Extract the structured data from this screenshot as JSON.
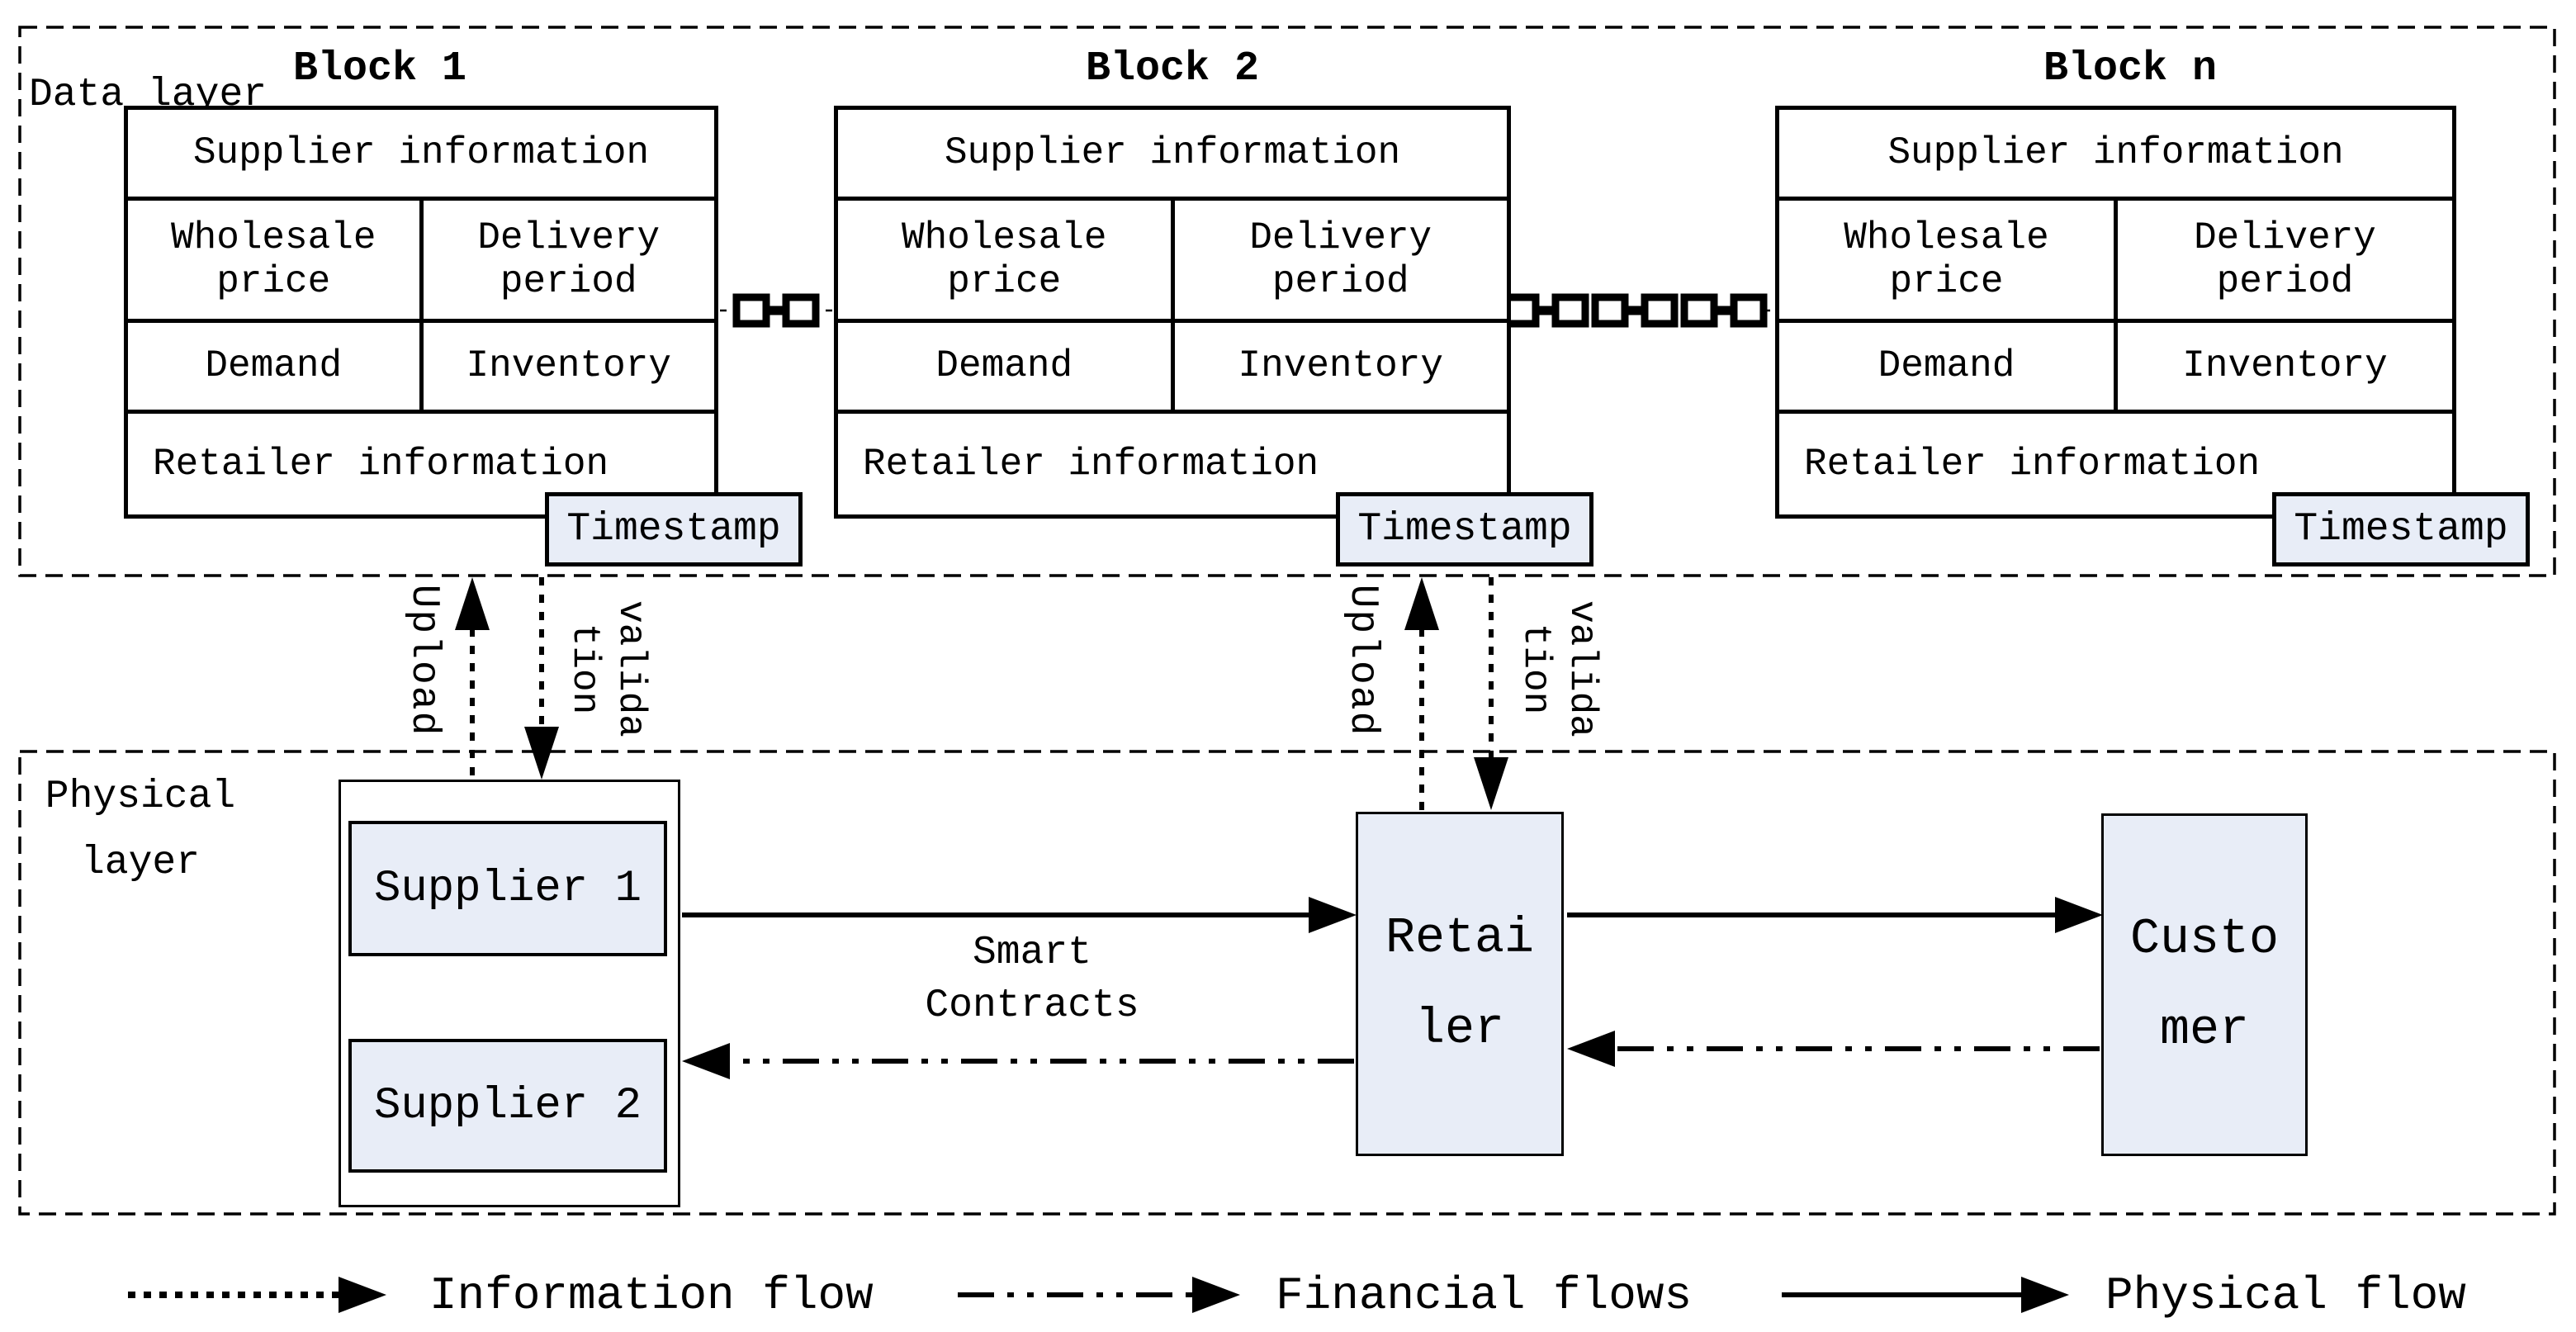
{
  "data_layer": {
    "label": "Data layer",
    "blocks": [
      {
        "title": "Block 1",
        "supplier_info": "Supplier information",
        "wholesale": "Wholesale\nprice",
        "delivery": "Delivery\nperiod",
        "demand": "Demand",
        "inventory": "Inventory",
        "retailer_info": "Retailer information",
        "timestamp": "Timestamp"
      },
      {
        "title": "Block 2",
        "supplier_info": "Supplier information",
        "wholesale": "Wholesale\nprice",
        "delivery": "Delivery\nperiod",
        "demand": "Demand",
        "inventory": "Inventory",
        "retailer_info": "Retailer information",
        "timestamp": "Timestamp"
      },
      {
        "title": "Block n",
        "supplier_info": "Supplier information",
        "wholesale": "Wholesale\nprice",
        "delivery": "Delivery\nperiod",
        "demand": "Demand",
        "inventory": "Inventory",
        "retailer_info": "Retailer information",
        "timestamp": "Timestamp"
      }
    ]
  },
  "physical_layer": {
    "label": "Physical\nlayer",
    "supplier1": "Supplier 1",
    "supplier2": "Supplier 2",
    "retailer": "Retai\nler",
    "customer": "Custo\nmer"
  },
  "flows": {
    "upload": "Upload",
    "validation": "valida\ntion",
    "smart_contracts": "Smart\nContracts"
  },
  "legend": {
    "information": "Information flow",
    "financial": "Financial flows",
    "physical": "Physical flow"
  },
  "colors": {
    "box_fill": "#e8edf7",
    "stroke": "#000000"
  }
}
